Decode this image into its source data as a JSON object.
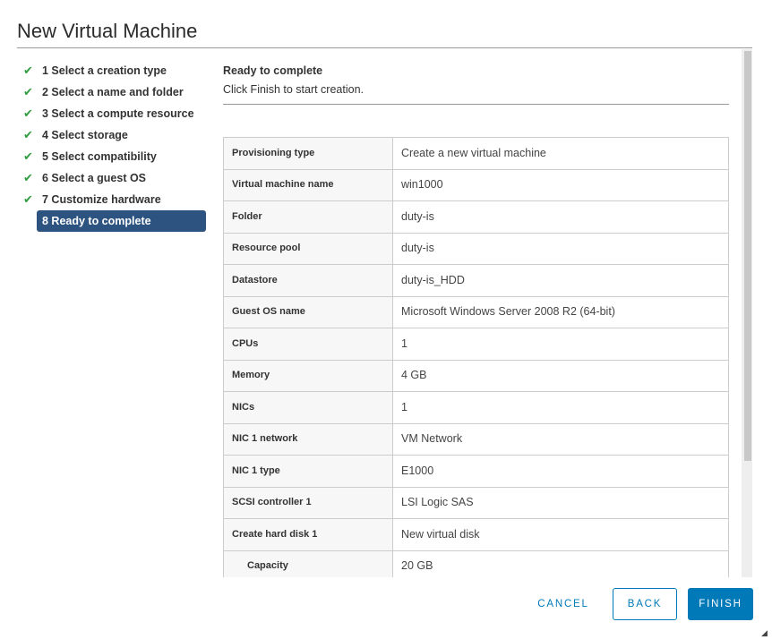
{
  "title": "New Virtual Machine",
  "steps": [
    {
      "label": "1 Select a creation type",
      "done": true
    },
    {
      "label": "2 Select a name and folder",
      "done": true
    },
    {
      "label": "3 Select a compute resource",
      "done": true
    },
    {
      "label": "4 Select storage",
      "done": true
    },
    {
      "label": "5 Select compatibility",
      "done": true
    },
    {
      "label": "6 Select a guest OS",
      "done": true
    },
    {
      "label": "7 Customize hardware",
      "done": true
    },
    {
      "label": "8 Ready to complete",
      "done": false
    }
  ],
  "content": {
    "heading": "Ready to complete",
    "subheading": "Click Finish to start creation."
  },
  "rows": [
    {
      "label": "Provisioning type",
      "value": "Create a new virtual machine"
    },
    {
      "label": "Virtual machine name",
      "value": "win1000"
    },
    {
      "label": "Folder",
      "value": "duty-is"
    },
    {
      "label": "Resource pool",
      "value": "duty-is"
    },
    {
      "label": "Datastore",
      "value": "duty-is_HDD"
    },
    {
      "label": "Guest OS name",
      "value": "Microsoft Windows Server 2008 R2 (64-bit)"
    },
    {
      "label": "CPUs",
      "value": "1"
    },
    {
      "label": "Memory",
      "value": "4 GB"
    },
    {
      "label": "NICs",
      "value": "1"
    },
    {
      "label": "NIC 1 network",
      "value": "VM Network"
    },
    {
      "label": "NIC 1 type",
      "value": "E1000"
    },
    {
      "label": "SCSI controller 1",
      "value": "LSI Logic SAS"
    },
    {
      "label": "Create hard disk 1",
      "value": "New virtual disk"
    },
    {
      "label": "Capacity",
      "value": "20 GB"
    }
  ],
  "buttons": {
    "cancel": "CANCEL",
    "back": "BACK",
    "finish": "FINISH"
  }
}
